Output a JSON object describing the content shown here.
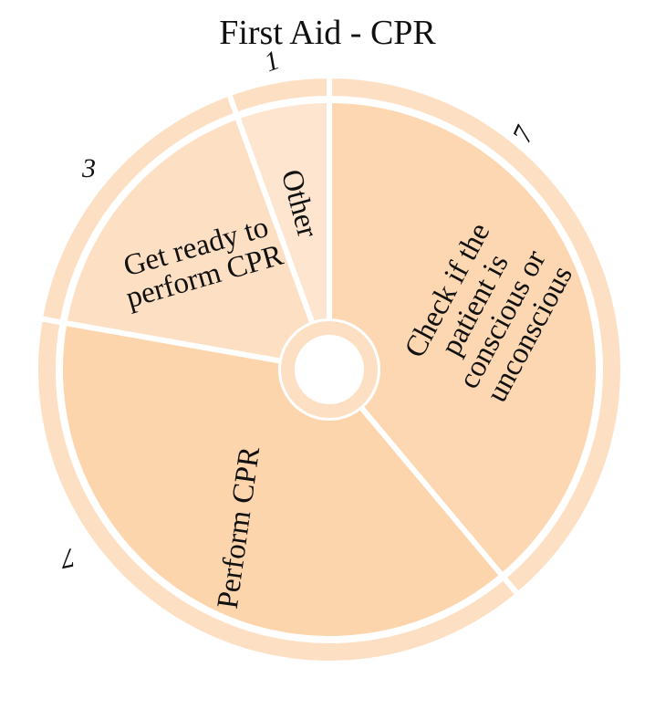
{
  "chart_data": {
    "type": "pie",
    "title": "First Aid - CPR",
    "categories": [
      "Check if the patient is conscious or unconscious",
      "Perform CPR",
      "Get ready to perform CPR",
      "Other"
    ],
    "values": [
      7,
      7,
      3,
      1
    ],
    "colors": [
      "#fcd7b1",
      "#fcd5ad",
      "#fde0c4",
      "#fde5cf"
    ],
    "ring_color": "#fde0c4",
    "donut_hole": true,
    "label_lines": [
      [
        "Check if the",
        "patient is",
        "conscious or",
        "unconscious"
      ],
      [
        "Perform CPR"
      ],
      [
        "Get ready to",
        "perform CPR"
      ],
      [
        "Other"
      ]
    ]
  }
}
